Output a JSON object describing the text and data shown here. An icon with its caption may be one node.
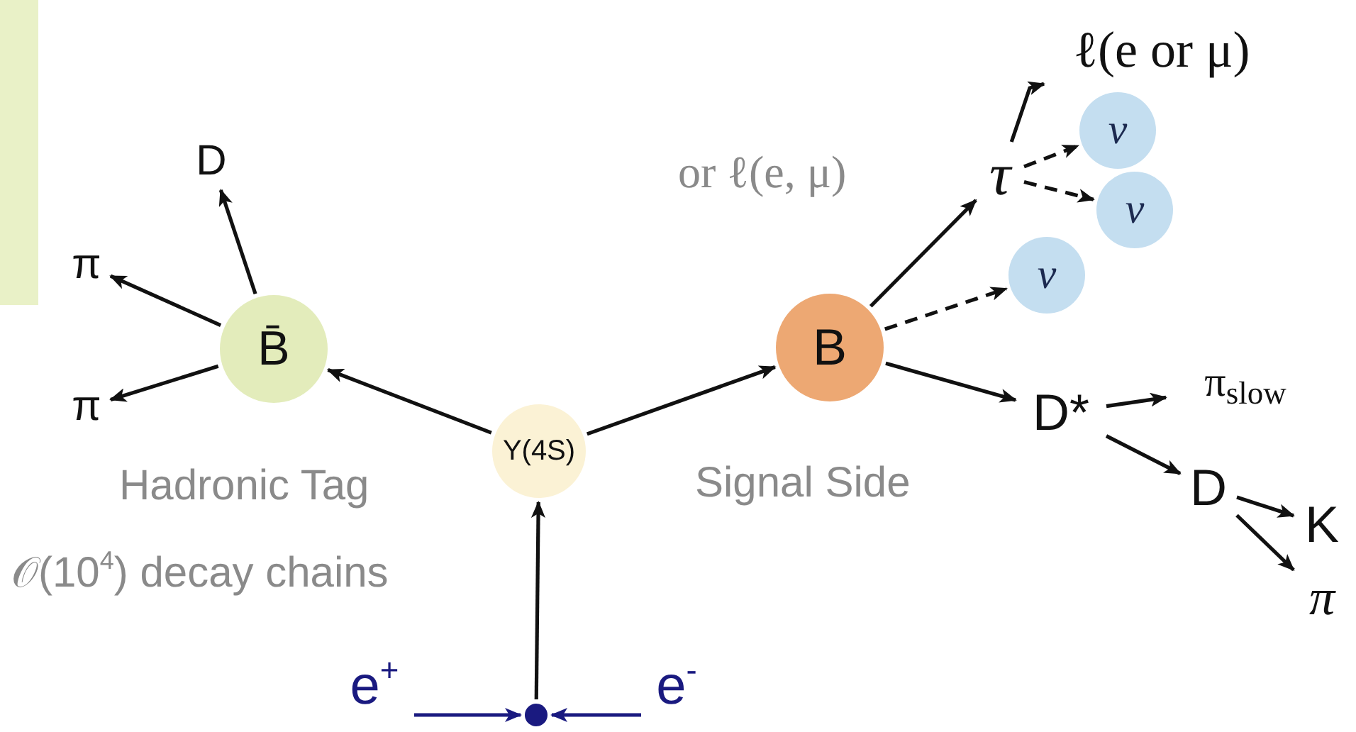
{
  "diagram": {
    "nodes": [
      {
        "text": [],
        "shape": "box"
      },
      {
        "text": [
          "Y(4S)"
        ]
      },
      {
        "text": [
          "B̄"
        ]
      },
      {
        "text": [
          "D"
        ]
      },
      {
        "text": [
          "π"
        ]
      },
      {
        "text": [
          "π"
        ]
      },
      {
        "text": [
          "B"
        ]
      },
      {
        "text": [
          "τ"
        ],
        "beside": [
          "or ℓ(e, μ)"
        ]
      },
      {
        "text": [
          "ℓ(e or μ)"
        ]
      },
      {
        "text": [
          "ν"
        ]
      },
      {
        "text": [
          "ν"
        ]
      },
      {
        "text": [
          "ν"
        ]
      },
      {
        "text": [
          "D*"
        ]
      },
      {
        "text": [
          "π$_{slow}$"
        ]
      },
      {
        "text": [
          "D"
        ]
      },
      {
        "text": [
          "K"
        ]
      },
      {
        "text": [
          "π"
        ]
      },
      {
        "text": [
          "e$^{+}$"
        ]
      },
      {
        "text": [
          "e$^{-}$"
        ]
      },
      {
        "text": [],
        "shape": "circle"
      }
    ],
    "edges": [
      {
        "from": 1,
        "to": 2,
        "arrow": "to"
      },
      {
        "from": 1,
        "to": 6,
        "arrow": "to"
      },
      {
        "from": 19,
        "to": 1,
        "arrow": "to"
      },
      {
        "from": 17,
        "to": 19,
        "arrow": "to",
        "color": "#1a1a80"
      },
      {
        "from": 18,
        "to": 19,
        "arrow": "to",
        "color": "#1a1a80"
      },
      {
        "from": 2,
        "to": 3,
        "arrow": "to"
      },
      {
        "from": 2,
        "to": 4,
        "arrow": "to"
      },
      {
        "from": 2,
        "to": 5,
        "arrow": "to"
      },
      {
        "from": 6,
        "to": 7,
        "arrow": "to"
      },
      {
        "from": 6,
        "to": 11,
        "arrow": "to",
        "style": "dashed"
      },
      {
        "from": 7,
        "to": 8,
        "arrow": "to"
      },
      {
        "from": 7,
        "to": 9,
        "arrow": "to",
        "style": "dashed"
      },
      {
        "from": 7,
        "to": 10,
        "arrow": "to",
        "style": "dashed"
      },
      {
        "from": 6,
        "to": 12,
        "arrow": "to"
      },
      {
        "from": 12,
        "to": 13,
        "arrow": "to"
      },
      {
        "from": 12,
        "to": 14,
        "arrow": "to"
      },
      {
        "from": 14,
        "to": 15,
        "arrow": "to"
      },
      {
        "from": 14,
        "to": 16,
        "arrow": "to"
      }
    ],
    "labels": [
      "Hadronic Tag",
      "Signal Side",
      "𝒪(10$^{4}$) decay chains"
    ]
  }
}
